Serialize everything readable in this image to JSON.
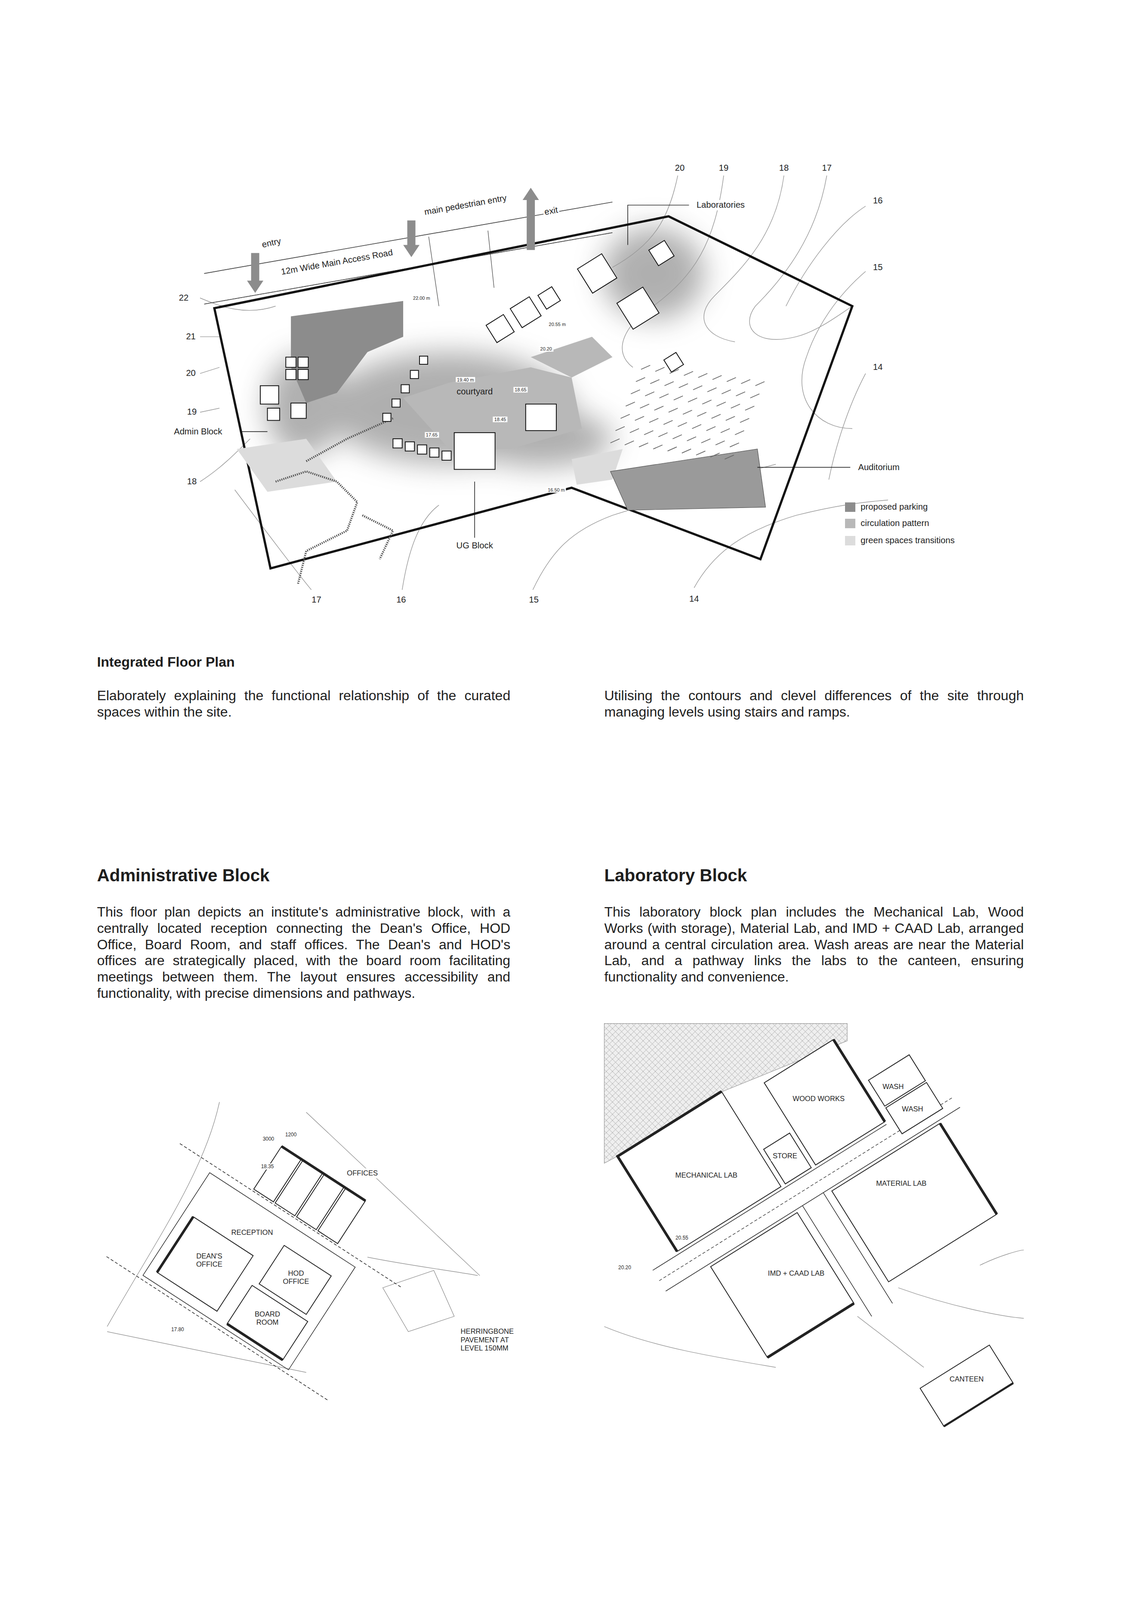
{
  "diagram": {
    "title": "Integrated Floor Plan",
    "nodes": [
      {
        "text": [
          "OFFICES"
        ]
      },
      {
        "text": [
          "RECEPTION"
        ]
      },
      {
        "text": [
          "DEAN'S OFFICE"
        ]
      },
      {
        "text": [
          "HOD OFFICE"
        ]
      },
      {
        "text": [
          "BOARD ROOM"
        ]
      },
      {
        "text": [
          "WASH"
        ]
      },
      {
        "text": [
          "WOOD WORKS"
        ]
      },
      {
        "text": [
          "WASH"
        ]
      },
      {
        "text": [
          "STORE"
        ]
      },
      {
        "text": [
          "MECHANICAL LAB"
        ]
      },
      {
        "text": [
          "MATERIAL LAB"
        ]
      },
      {
        "text": [
          "IMD + CAAD LAB"
        ]
      },
      {
        "text": [
          "CANTEEN"
        ]
      }
    ],
    "labels": [
      "20",
      "19",
      "18",
      "17",
      "16",
      "15",
      "14",
      "22",
      "21",
      "20",
      "19",
      "18",
      "17",
      "16",
      "15",
      "14",
      "entry",
      "main pedestrian entry",
      "exit",
      "12m Wide Main Access Road",
      "Laboratories",
      "Admin Block",
      "courtyard",
      "Auditorium",
      "UG Block",
      "22.00 m",
      "20.55 m",
      "20.20",
      "19.40 m",
      "18.65",
      "18.45",
      "17.65",
      "16.50 m",
      "Elaborately explaining the functional relationship of the curated spaces within the site.",
      "Utilising the contours and clevel differences of the site through managing levels using stairs and ramps.",
      "Administrative Block",
      "This floor plan depicts an institute's administrative block, with a centrally located reception connecting the Dean's Office, HOD Office, Board Room, and staff offices. The Dean's and HOD's offices are strategically placed, with the board room facilitating meetings between them. The layout ensures accessibility and functionality, with precise dimensions and pathways.",
      "Laboratory Block",
      "This laboratory block plan includes the Mechanical Lab, Wood Works (with storage), Material Lab, and IMD + CAAD Lab, arranged around a central circulation area. Wash areas are near the Material Lab, and a pathway links the labs to the canteen, ensuring functionality and convenience.",
      "18.35",
      "17.80",
      "3000",
      "1200",
      "HERRINGBONE PAVEMENT AT LEVEL 150MM",
      "20.55",
      "20.20"
    ],
    "legend": [
      {
        "text": "proposed parking",
        "color": "#8c8c8c"
      },
      {
        "text": "circulation pattern",
        "color": "#b8b8b8"
      },
      {
        "text": "green spaces transitions",
        "color": "#dcdcdc"
      }
    ]
  }
}
